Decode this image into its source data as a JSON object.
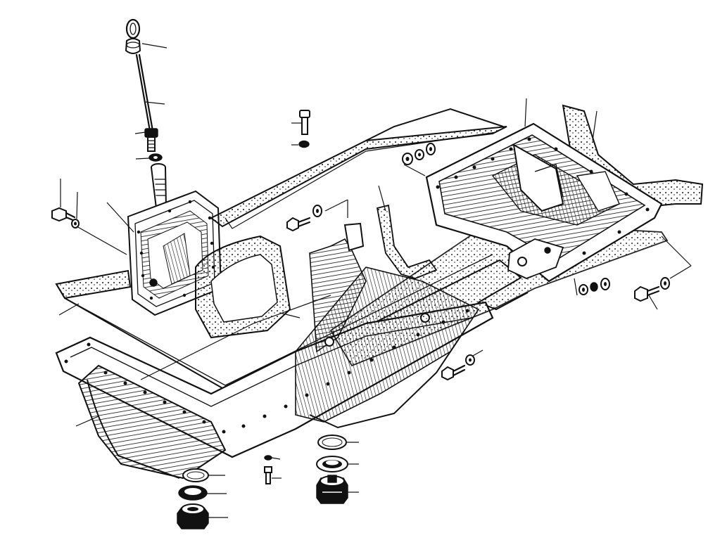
{
  "colors": {
    "ink": "#111111",
    "paper": "#ffffff"
  },
  "diagram": {
    "kind": "exploded-view technical drawing, oil sump assembly",
    "labels_printed": false
  },
  "parts": [
    {
      "id": "dipstick",
      "icon": "dipstick-icon"
    },
    {
      "id": "dipstick-guide-tube",
      "icon": "tube-icon"
    },
    {
      "id": "breather-cover-plate",
      "icon": "cover-plate-icon"
    },
    {
      "id": "upper-gasket-front",
      "icon": "gasket-icon"
    },
    {
      "id": "upper-gasket-rear",
      "icon": "gasket-icon"
    },
    {
      "id": "upper-oil-pan",
      "icon": "oil-pan-icon"
    },
    {
      "id": "lower-oil-pan",
      "icon": "oil-pan-icon"
    },
    {
      "id": "bolts",
      "icon": "bolt-icon"
    },
    {
      "id": "washers",
      "icon": "washer-icon"
    },
    {
      "id": "drain-plug-front",
      "icon": "drain-plug-icon"
    },
    {
      "id": "drain-plug-rear",
      "icon": "drain-plug-icon"
    }
  ]
}
